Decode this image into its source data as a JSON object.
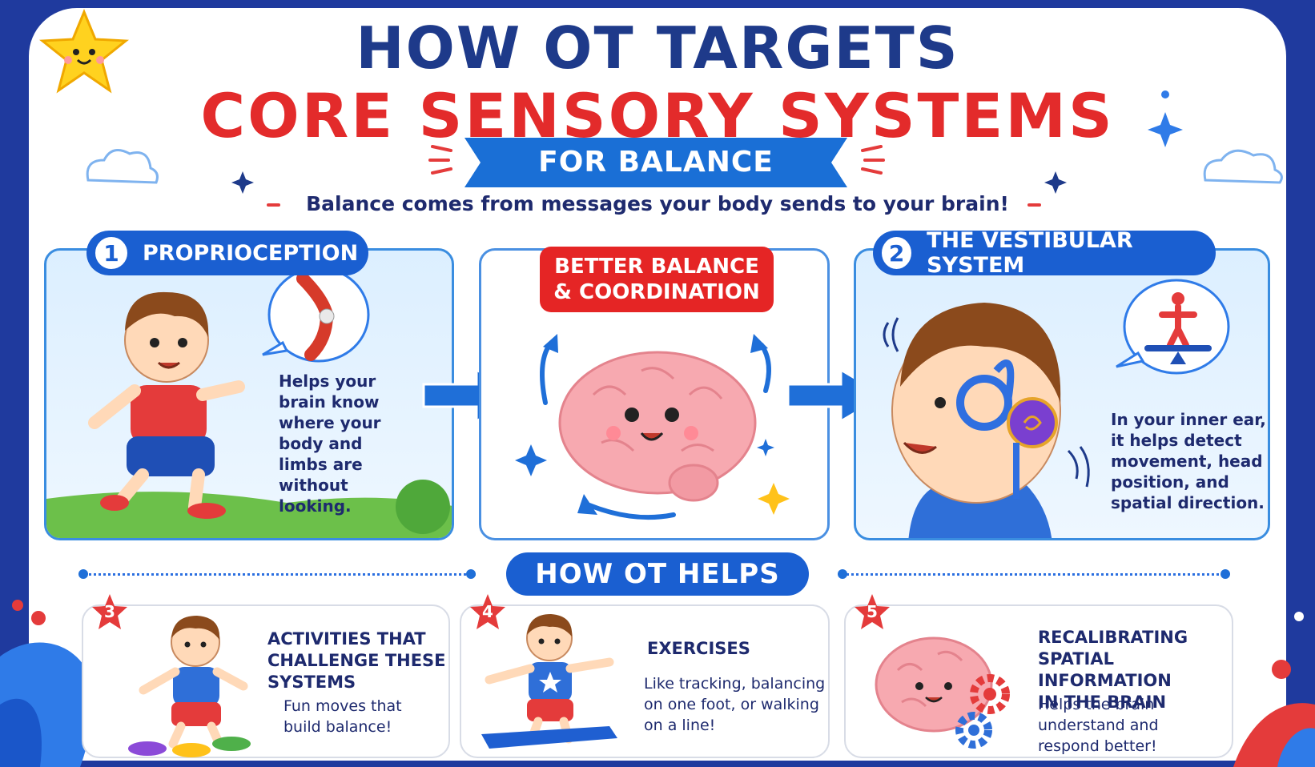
{
  "header": {
    "title_line1": "HOW OT TARGETS",
    "title_line2": "CORE SENSORY SYSTEMS",
    "ribbon": "FOR BALANCE",
    "subtitle": "Balance comes from messages your body sends to your brain!"
  },
  "proprioception": {
    "number": "1",
    "label": "PROPRIOCEPTION",
    "text": [
      "Helps your",
      "brain know",
      "where your",
      "body and",
      "limbs are",
      "without",
      "looking."
    ]
  },
  "center": {
    "label_line1": "BETTER BALANCE",
    "label_line2": "& COORDINATION"
  },
  "vestibular": {
    "number": "2",
    "label": "THE VESTIBULAR SYSTEM",
    "text": [
      "In your inner ear,",
      "it helps detect",
      "movement, head",
      "position, and",
      "spatial direction."
    ]
  },
  "how_ot_helps": "HOW OT HELPS",
  "steps": [
    {
      "number": "3",
      "title": [
        "ACTIVITIES THAT",
        "CHALLENGE THESE",
        "SYSTEMS"
      ],
      "body": [
        "Fun moves that",
        "build balance!"
      ]
    },
    {
      "number": "4",
      "title": [
        "EXERCISES"
      ],
      "body": [
        "Like tracking, balancing",
        "on one foot, or walking",
        "on a line!"
      ]
    },
    {
      "number": "5",
      "title": [
        "RECALIBRATING",
        "SPATIAL INFORMATION",
        "IN THE BRAIN"
      ],
      "body": [
        "Helps the brain",
        "understand and",
        "respond better!"
      ]
    }
  ],
  "colors": {
    "navy": "#1e3a8a",
    "red": "#e32b2b",
    "blue": "#1a5fd1",
    "border_blue": "#3a8de0"
  }
}
